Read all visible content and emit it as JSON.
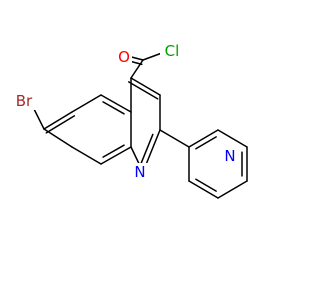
{
  "molecule": {
    "atoms": {
      "O": {
        "symbol": "O",
        "color": "#ff0000"
      },
      "Cl": {
        "symbol": "Cl",
        "color": "#00a000"
      },
      "Br": {
        "symbol": "Br",
        "color": "#a52a2a"
      },
      "N1": {
        "symbol": "N",
        "color": "#0000ff"
      },
      "N2": {
        "symbol": "N",
        "color": "#0000ff"
      }
    }
  }
}
